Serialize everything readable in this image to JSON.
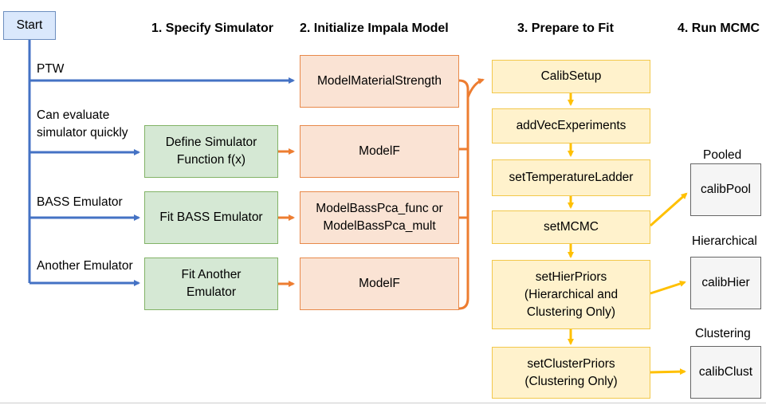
{
  "headers": {
    "step1": "1. Specify Simulator",
    "step2": "2. Initialize Impala Model",
    "step3": "3. Prepare to Fit",
    "step4": "4. Run MCMC"
  },
  "start": "Start",
  "branches": {
    "ptw": "PTW",
    "can_evaluate": "Can evaluate\nsimulator quickly",
    "bass_emulator": "BASS Emulator",
    "another_emulator": "Another Emulator"
  },
  "simulators": {
    "define_function": "Define Simulator\nFunction f(x)",
    "fit_bass": "Fit BASS Emulator",
    "fit_another": "Fit Another\nEmulator"
  },
  "models": {
    "material_strength": "ModelMaterialStrength",
    "model_f_1": "ModelF",
    "bass_pca": "ModelBassPca_func or\nModelBassPca_mult",
    "model_f_2": "ModelF"
  },
  "prepare": {
    "calib_setup": "CalibSetup",
    "add_vec": "addVecExperiments",
    "temp_ladder": "setTemperatureLadder",
    "set_mcmc": "setMCMC",
    "hier_priors": "setHierPriors\n(Hierarchical and\nClustering Only)",
    "cluster_priors": "setClusterPriors\n(Clustering Only)"
  },
  "mcmc": {
    "pooled_label": "Pooled",
    "pooled": "calibPool",
    "hier_label": "Hierarchical",
    "hier": "calibHier",
    "cluster_label": "Clustering",
    "cluster": "calibClust"
  },
  "colors": {
    "blue_arrow": "#4472c4",
    "orange_arrow": "#ed7d31",
    "yellow_arrow": "#ffc000"
  }
}
